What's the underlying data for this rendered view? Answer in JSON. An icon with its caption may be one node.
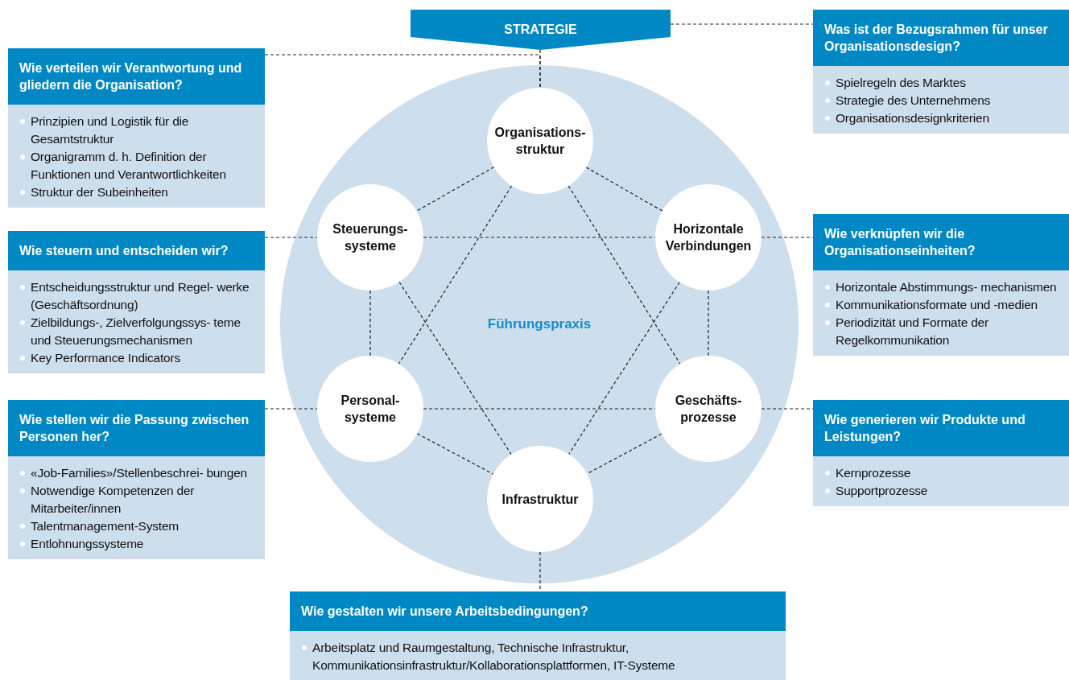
{
  "diagram": {
    "nodes": [
      {
        "text": [
          "STRATEGIE"
        ]
      },
      {
        "text": [
          "Was ist der Bezugsrahmen für unser Organisationsdesign?",
          "Spielregeln des Marktes",
          "Strategie des Unternehmens",
          "Organisationsdesignkriterien"
        ]
      },
      {
        "text": [
          "Wie verteilen wir Verantwortung und gliedern die Organisation?",
          "Prinzipien und Logistik für die Gesamtstruktur",
          "Organigramm d. h. Definition der Funktionen und Verantwortlichkeiten",
          "Struktur der Subeinheiten"
        ]
      },
      {
        "text": [
          "Führungspraxis"
        ]
      },
      {
        "text": [
          "Organisations- struktur"
        ],
        "in": 3
      },
      {
        "text": [
          "Steuerungs- systeme"
        ],
        "in": 3
      },
      {
        "text": [
          "Horizontale Verbindungen"
        ],
        "in": 3
      },
      {
        "text": [
          "Personal- systeme"
        ],
        "in": 3
      },
      {
        "text": [
          "Geschäfts- prozesse"
        ],
        "in": 3
      },
      {
        "text": [
          "Infrastruktur"
        ],
        "in": 3
      },
      {
        "text": [
          "Wie steuern und entscheiden wir?",
          "Entscheidungsstruktur und Regel- werke (Geschäftsordnung)",
          "Zielbildungs-, Zielverfolgungssys- teme und Steuerungsmechanismen",
          "Key Performance Indicators"
        ]
      },
      {
        "text": [
          "Wie verknüpfen wir die Organisationseinheiten?",
          "Horizontale Abstimmungs- mechanismen",
          "Kommunikationsformate und -medien",
          "Periodizität und Formate der Regelkommunikation"
        ]
      },
      {
        "text": [
          "Wie stellen wir die Passung zwischen Personen her?",
          "«Job-Families»/Stellenbeschrei- bungen",
          "Notwendige Kompetenzen der Mitarbeiter/innen",
          "Talentmanagement-System",
          "Entlohnungssysteme"
        ]
      },
      {
        "text": [
          "Wie generieren wir Produkte und Leistungen?",
          "Kernprozesse",
          "Supportprozesse"
        ]
      },
      {
        "text": [
          "Wie gestalten wir unsere Arbeitsbedingungen?",
          "Arbeitsplatz und Raumgestaltung, Technische Infrastruktur, Kommunikationsinfrastruktur/Kollaborationsplattformen, IT-Systeme"
        ]
      }
    ],
    "edges": [
      {
        "from": 0,
        "to": 1,
        "arrow": "none",
        "style": "dashed"
      },
      {
        "from": 0,
        "to": 4,
        "arrow": "none",
        "style": "dashed"
      },
      {
        "from": 2,
        "to": 4,
        "arrow": "none",
        "style": "dashed"
      },
      {
        "from": 10,
        "to": 5,
        "arrow": "none",
        "style": "dashed"
      },
      {
        "from": 6,
        "to": 11,
        "arrow": "none",
        "style": "dashed"
      },
      {
        "from": 12,
        "to": 7,
        "arrow": "none",
        "style": "dashed"
      },
      {
        "from": 8,
        "to": 13,
        "arrow": "none",
        "style": "dashed"
      },
      {
        "from": 9,
        "to": 14,
        "arrow": "none",
        "style": "dashed"
      },
      {
        "from": 4,
        "to": 5,
        "arrow": "none",
        "style": "dashed"
      },
      {
        "from": 4,
        "to": 6,
        "arrow": "none",
        "style": "dashed"
      },
      {
        "from": 5,
        "to": 6,
        "arrow": "none",
        "style": "dashed"
      },
      {
        "from": 5,
        "to": 7,
        "arrow": "none",
        "style": "dashed"
      },
      {
        "from": 6,
        "to": 8,
        "arrow": "none",
        "style": "dashed"
      },
      {
        "from": 7,
        "to": 8,
        "arrow": "none",
        "style": "dashed"
      },
      {
        "from": 7,
        "to": 9,
        "arrow": "none",
        "style": "dashed"
      },
      {
        "from": 8,
        "to": 9,
        "arrow": "none",
        "style": "dashed"
      },
      {
        "from": 4,
        "to": 7,
        "arrow": "none",
        "style": "dashed"
      },
      {
        "from": 4,
        "to": 8,
        "arrow": "none",
        "style": "dashed"
      },
      {
        "from": 5,
        "to": 9,
        "arrow": "none",
        "style": "dashed"
      },
      {
        "from": 6,
        "to": 9,
        "arrow": "none",
        "style": "dashed"
      }
    ]
  }
}
